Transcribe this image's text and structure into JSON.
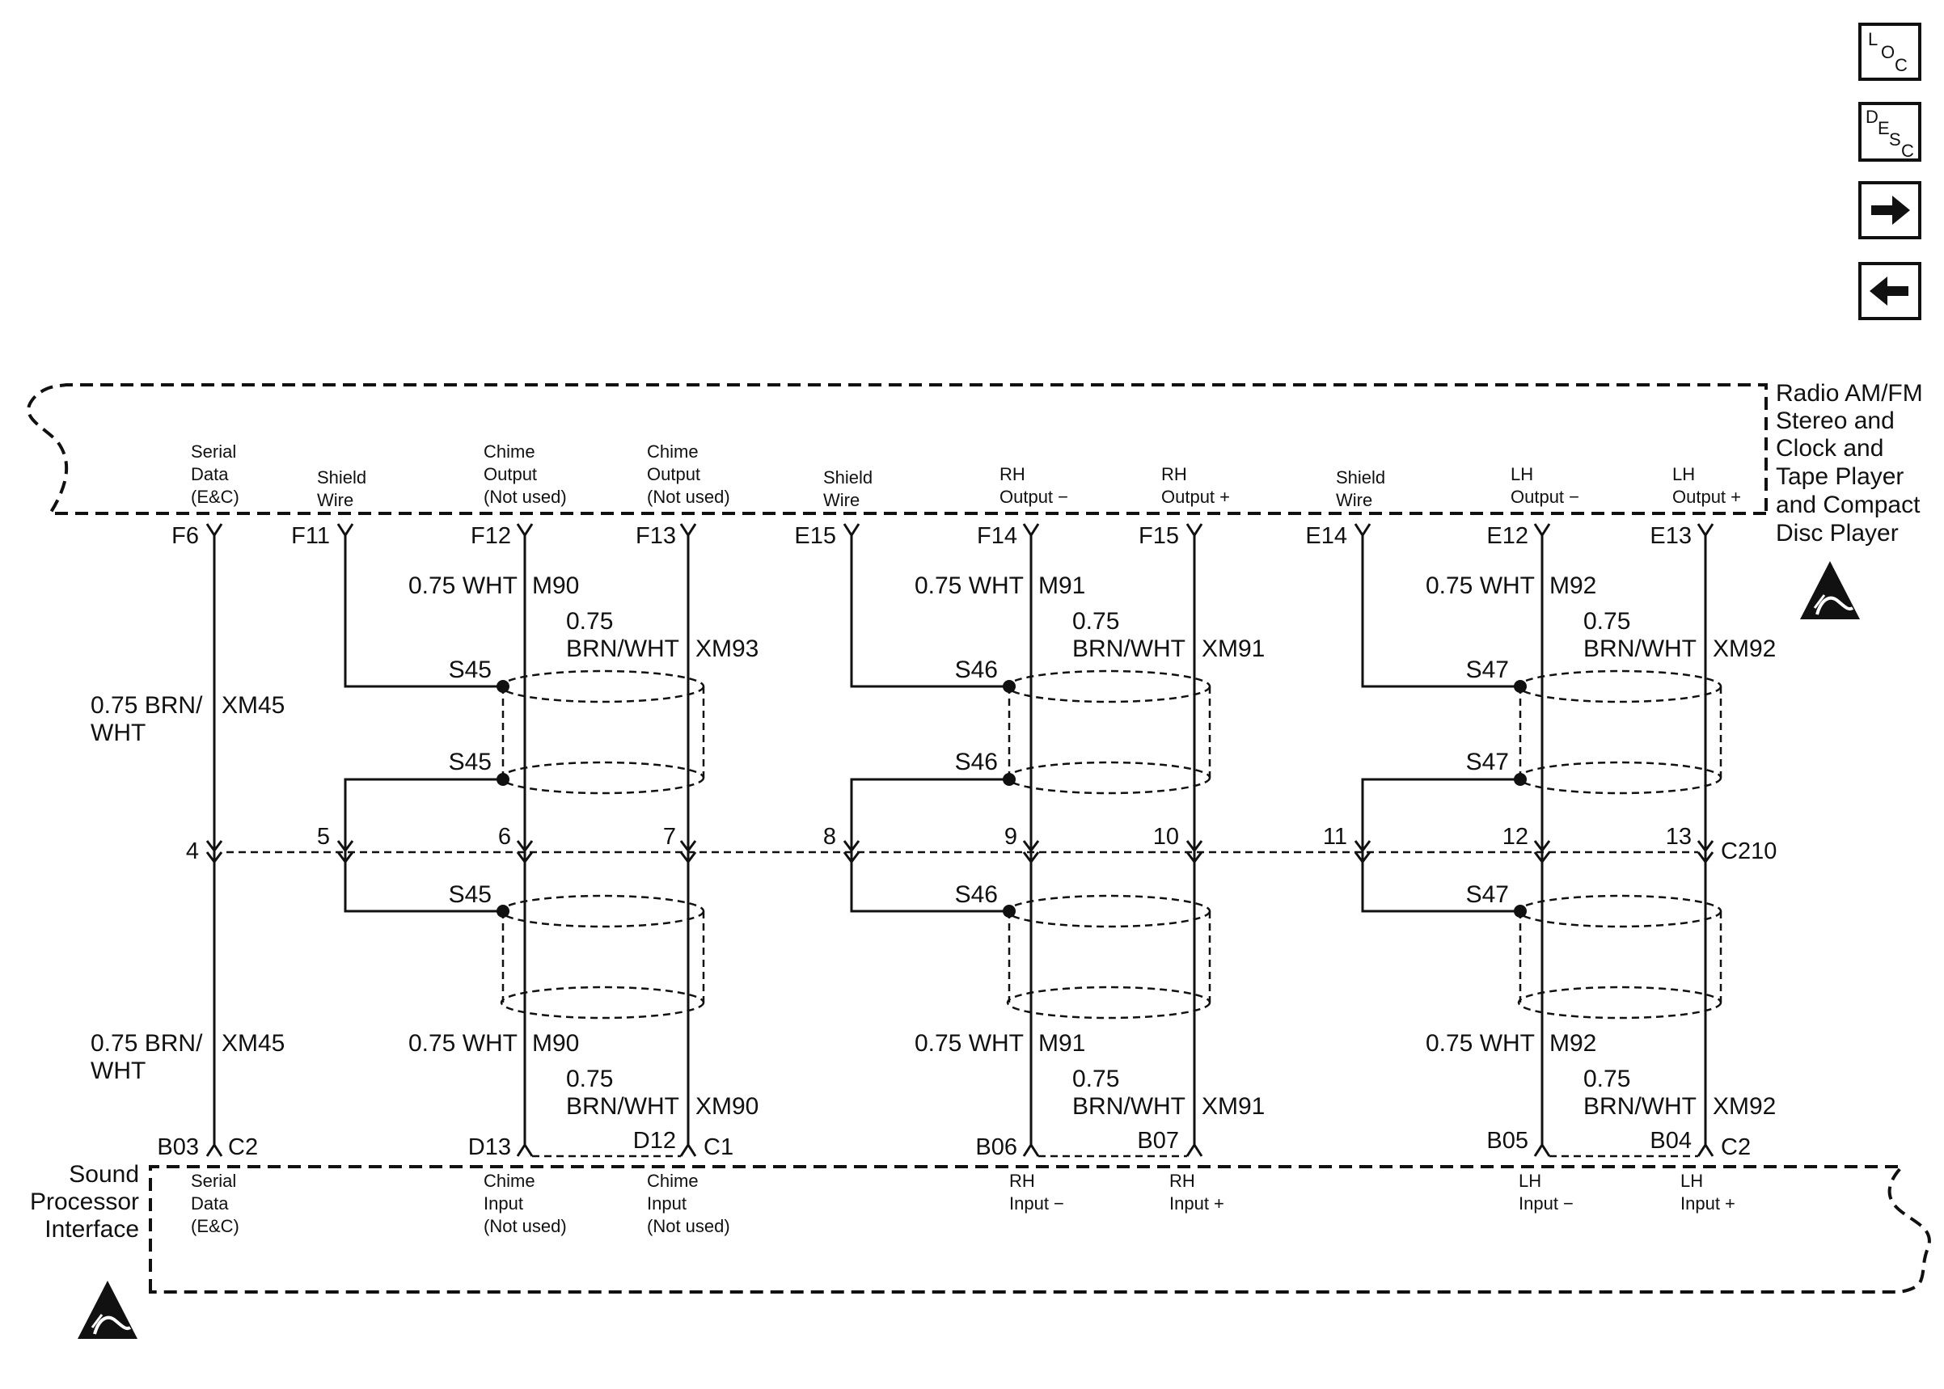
{
  "nav_buttons": {
    "loc": {
      "l1": "L",
      "l2": "O",
      "l3": "C"
    },
    "desc": {
      "l1": "D",
      "l2": "E",
      "l3": "S",
      "l4": "C"
    },
    "next_icon": "right-arrow-icon",
    "prev_icon": "left-arrow-icon"
  },
  "components": {
    "radio": {
      "lines": [
        "Radio AM/FM",
        "Stereo and",
        "Clock and",
        "Tape Player",
        "and Compact",
        "Disc Player"
      ]
    },
    "sound_processor": {
      "lines": [
        "Sound",
        "Processor",
        "Interface"
      ]
    },
    "esd_icon": "esd-sensitive-icon"
  },
  "radio_pins": [
    {
      "lines": [
        "Serial",
        "Data",
        "(E&C)"
      ],
      "pin": "F6"
    },
    {
      "lines": [
        "Shield",
        "Wire"
      ],
      "pin": "F11"
    },
    {
      "lines": [
        "Chime",
        "Output",
        "(Not used)"
      ],
      "pin": "F12"
    },
    {
      "lines": [
        "Chime",
        "Output",
        "(Not used)"
      ],
      "pin": "F13"
    },
    {
      "lines": [
        "Shield",
        "Wire"
      ],
      "pin": "E15"
    },
    {
      "lines": [
        "RH",
        "Output −"
      ],
      "pin": "F14"
    },
    {
      "lines": [
        "RH",
        "Output +"
      ],
      "pin": "F15"
    },
    {
      "lines": [
        "Shield",
        "Wire"
      ],
      "pin": "E14"
    },
    {
      "lines": [
        "LH",
        "Output −"
      ],
      "pin": "E12"
    },
    {
      "lines": [
        "LH",
        "Output +"
      ],
      "pin": "E13"
    }
  ],
  "sp_pins": [
    {
      "lines": [
        "Serial",
        "Data",
        "(E&C)"
      ],
      "pin": "B03",
      "conn": "C2"
    },
    {
      "lines": [
        "Chime",
        "Input",
        "(Not used)"
      ],
      "pin": "D13"
    },
    {
      "lines": [
        "Chime",
        "Input",
        "(Not used)"
      ],
      "pin": "D12",
      "conn": "C1"
    },
    {
      "lines": [
        "RH",
        "Input −"
      ],
      "pin": "B06"
    },
    {
      "lines": [
        "RH",
        "Input +"
      ],
      "pin": "B07"
    },
    {
      "lines": [
        "LH",
        "Input −"
      ],
      "pin": "B05"
    },
    {
      "lines": [
        "LH",
        "Input +"
      ],
      "pin": "B04",
      "conn": "C2"
    }
  ],
  "inline_connector": {
    "name": "C210",
    "cavities": [
      "4",
      "5",
      "6",
      "7",
      "8",
      "9",
      "10",
      "11",
      "12",
      "13"
    ]
  },
  "wires": {
    "serial_upper": {
      "l1": "0.75 BRN/",
      "l2": "WHT",
      "circuit": "XM45"
    },
    "serial_lower": {
      "l1": "0.75 BRN/",
      "l2": "WHT",
      "circuit": "XM45"
    },
    "groups": [
      {
        "splice": "S45",
        "upper_a": {
          "size": "0.75 WHT",
          "circuit": "M90"
        },
        "upper_b": {
          "size": "0.75",
          "color": "BRN/WHT",
          "circuit": "XM93"
        },
        "lower_a": {
          "size": "0.75 WHT",
          "circuit": "M90"
        },
        "lower_b": {
          "size": "0.75",
          "color": "BRN/WHT",
          "circuit": "XM90"
        }
      },
      {
        "splice": "S46",
        "upper_a": {
          "size": "0.75 WHT",
          "circuit": "M91"
        },
        "upper_b": {
          "size": "0.75",
          "color": "BRN/WHT",
          "circuit": "XM91"
        },
        "lower_a": {
          "size": "0.75 WHT",
          "circuit": "M91"
        },
        "lower_b": {
          "size": "0.75",
          "color": "BRN/WHT",
          "circuit": "XM91"
        }
      },
      {
        "splice": "S47",
        "upper_a": {
          "size": "0.75 WHT",
          "circuit": "M92"
        },
        "upper_b": {
          "size": "0.75",
          "color": "BRN/WHT",
          "circuit": "XM92"
        },
        "lower_a": {
          "size": "0.75 WHT",
          "circuit": "M92"
        },
        "lower_b": {
          "size": "0.75",
          "color": "BRN/WHT",
          "circuit": "XM92"
        }
      }
    ]
  }
}
